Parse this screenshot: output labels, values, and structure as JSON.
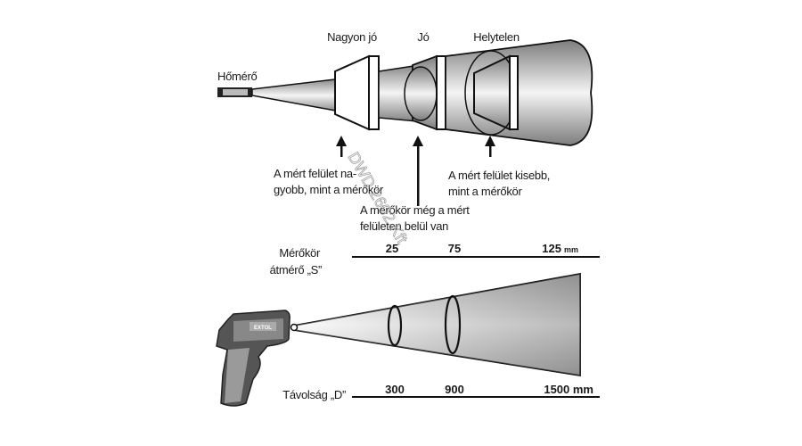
{
  "top": {
    "thermometer_label": "Hőmérő",
    "positions": [
      "Nagyon jó",
      "Jó",
      "Helytelen"
    ],
    "notes": {
      "larger": [
        "A mért felület na-",
        "gyobb, mint a mérőkör"
      ],
      "inside": [
        "A mérőkör még a mért",
        "felületen belül van"
      ],
      "smaller": [
        "A mért felület kisebb,",
        "mint a mérőkör"
      ]
    }
  },
  "bottom": {
    "spot_label": [
      "Mérőkör",
      "átmérő „S”"
    ],
    "spot_values": [
      "25",
      "75",
      "125"
    ],
    "spot_unit": "mm",
    "distance_label": "Távolság „D”",
    "distance_values": [
      "300",
      "900",
      "1500 mm"
    ],
    "brand": "EXTOL"
  },
  "watermark": "DWD 2602 Kft",
  "colors": {
    "ink": "#1a1a1a",
    "cone_dark": "#8a8a8a",
    "cone_light": "#f2f2f2"
  }
}
